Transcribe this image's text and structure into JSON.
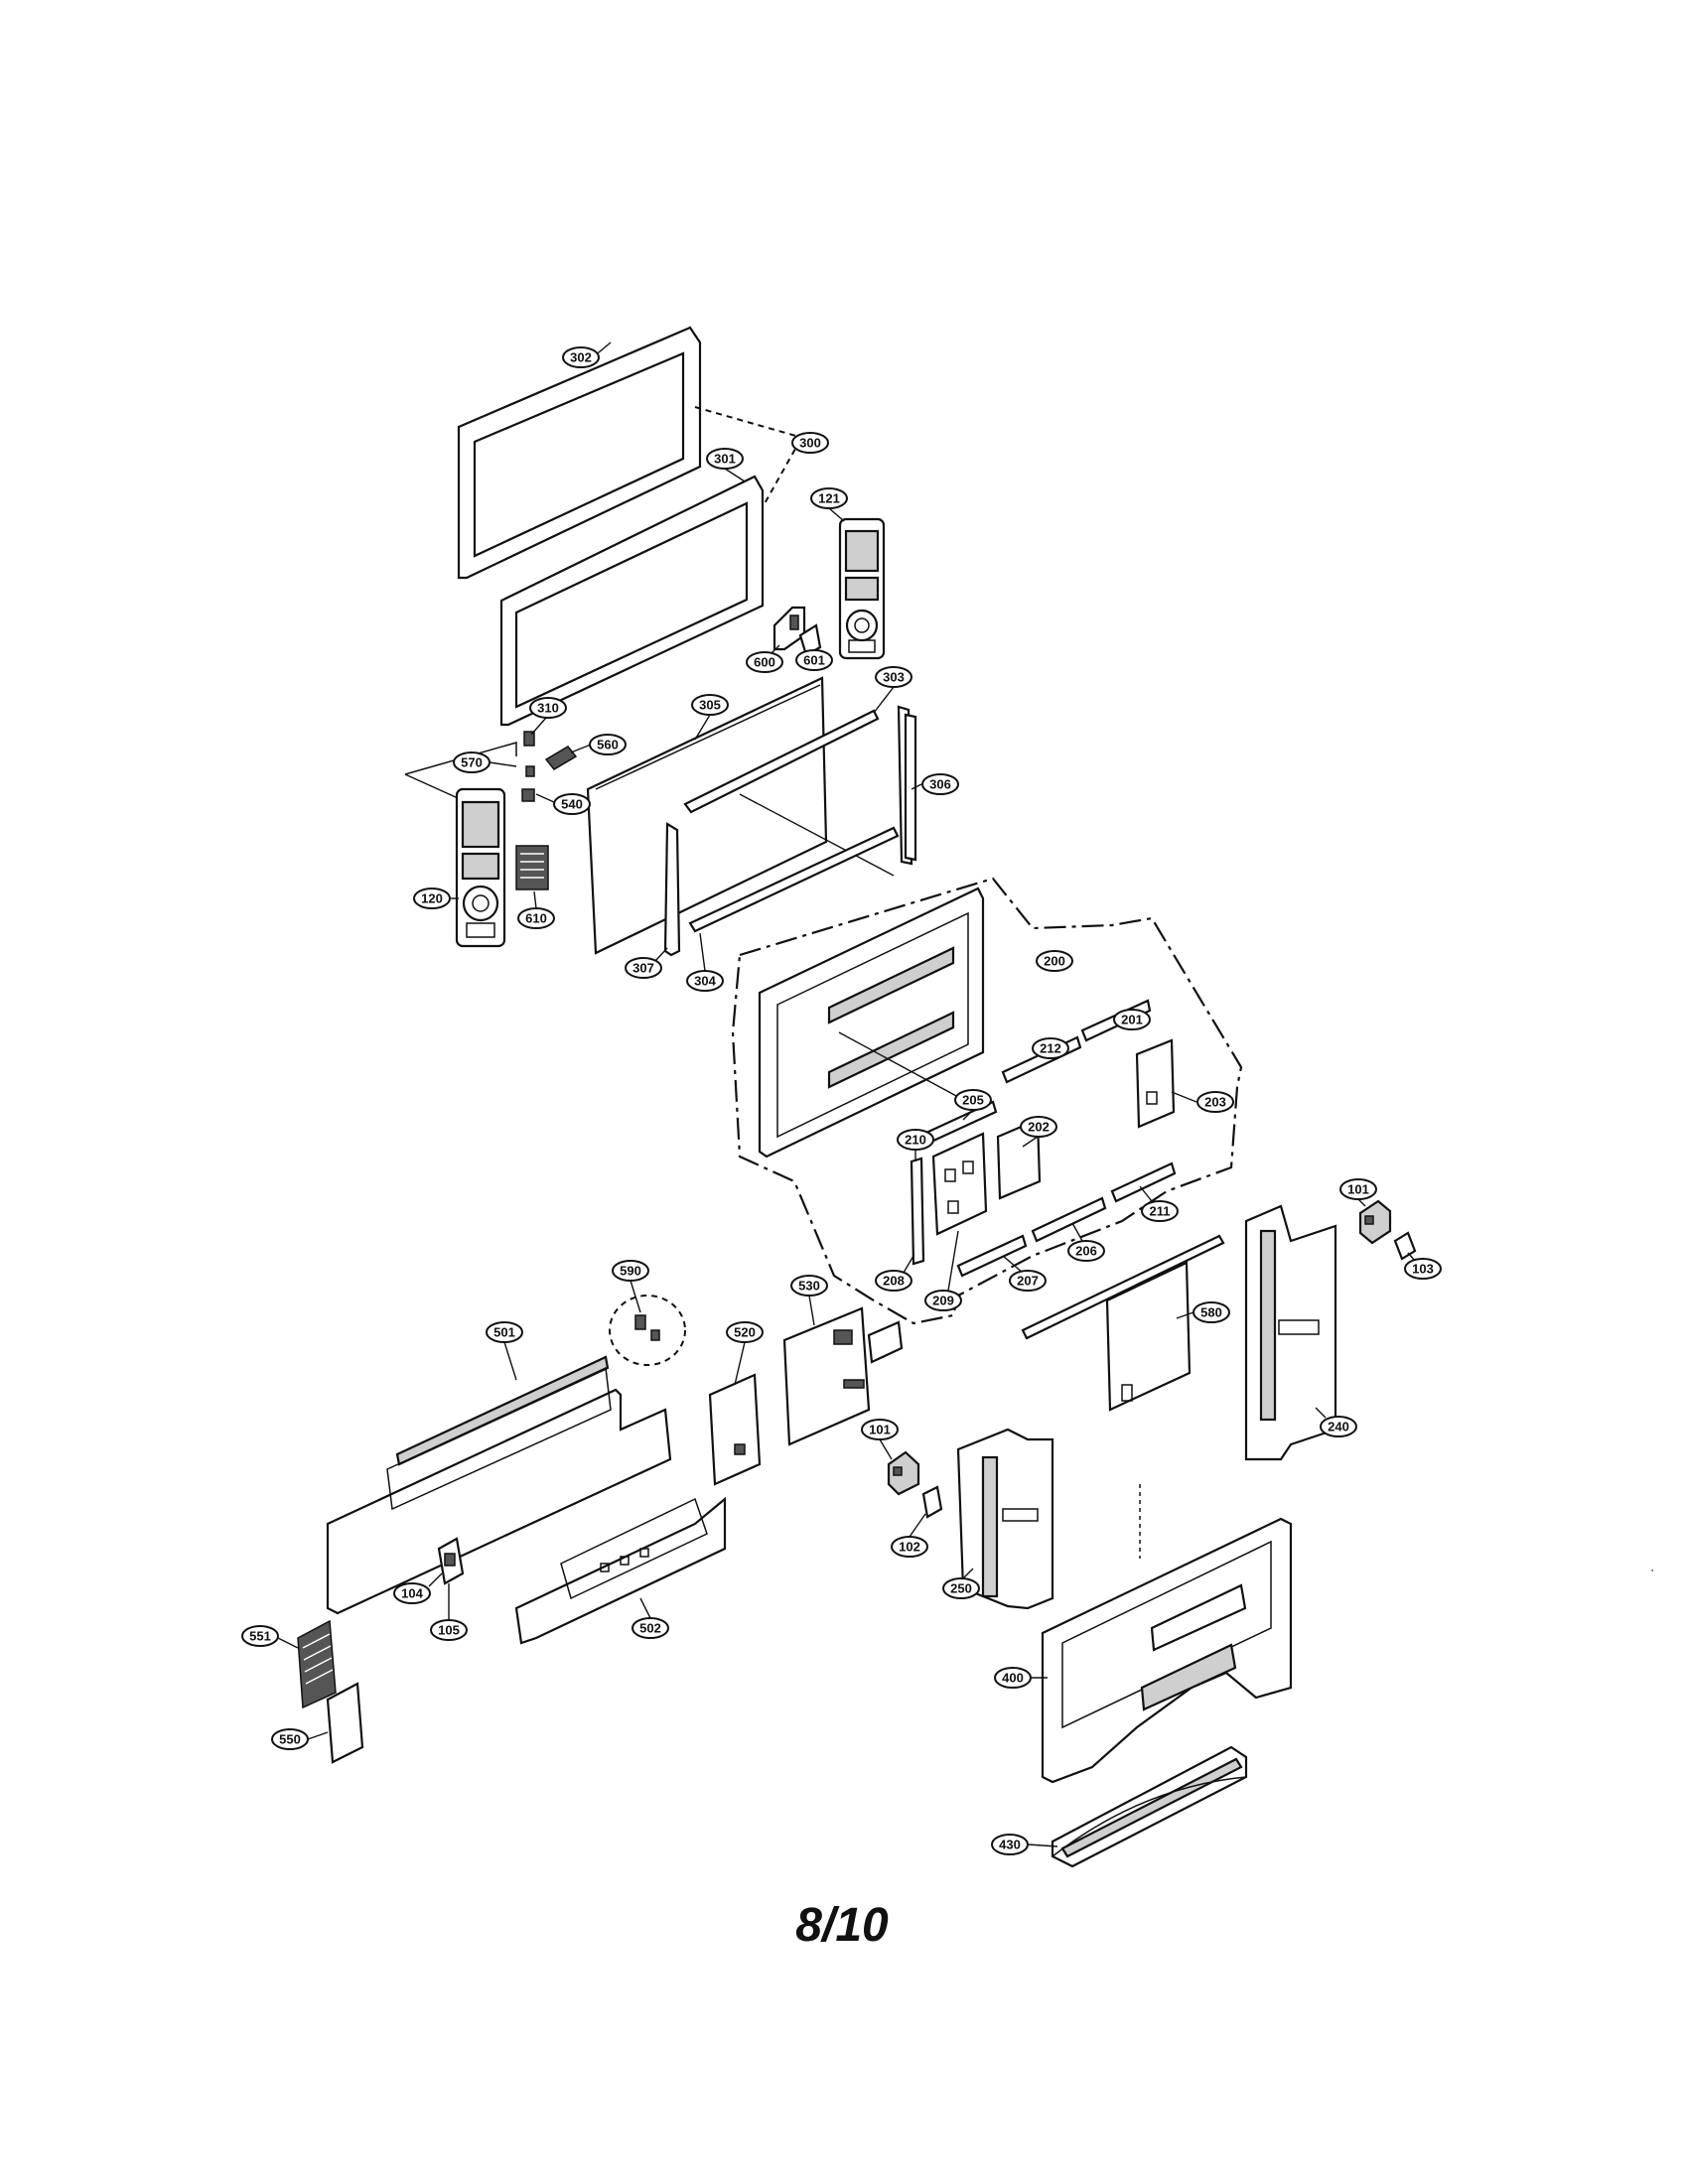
{
  "page": {
    "page_number": "8/10",
    "corner_mark": "·"
  },
  "callouts": {
    "c302": "302",
    "c301": "301",
    "c300": "300",
    "c121": "121",
    "c600": "600",
    "c601": "601",
    "c303": "303",
    "c305": "305",
    "c306": "306",
    "c310": "310",
    "c560": "560",
    "c570": "570",
    "c540": "540",
    "c120": "120",
    "c610": "610",
    "c307": "307",
    "c304": "304",
    "c200": "200",
    "c201": "201",
    "c212": "212",
    "c203": "203",
    "c205": "205",
    "c202": "202",
    "c210": "210",
    "c211": "211",
    "c206": "206",
    "c208": "208",
    "c209": "209",
    "c207": "207",
    "c101a": "101",
    "c103": "103",
    "c590": "590",
    "c501": "501",
    "c530": "530",
    "c520": "520",
    "c580": "580",
    "c240": "240",
    "c101b": "101",
    "c102": "102",
    "c250": "250",
    "c104": "104",
    "c105": "105",
    "c502": "502",
    "c551": "551",
    "c550": "550",
    "c400": "400",
    "c430": "430"
  }
}
